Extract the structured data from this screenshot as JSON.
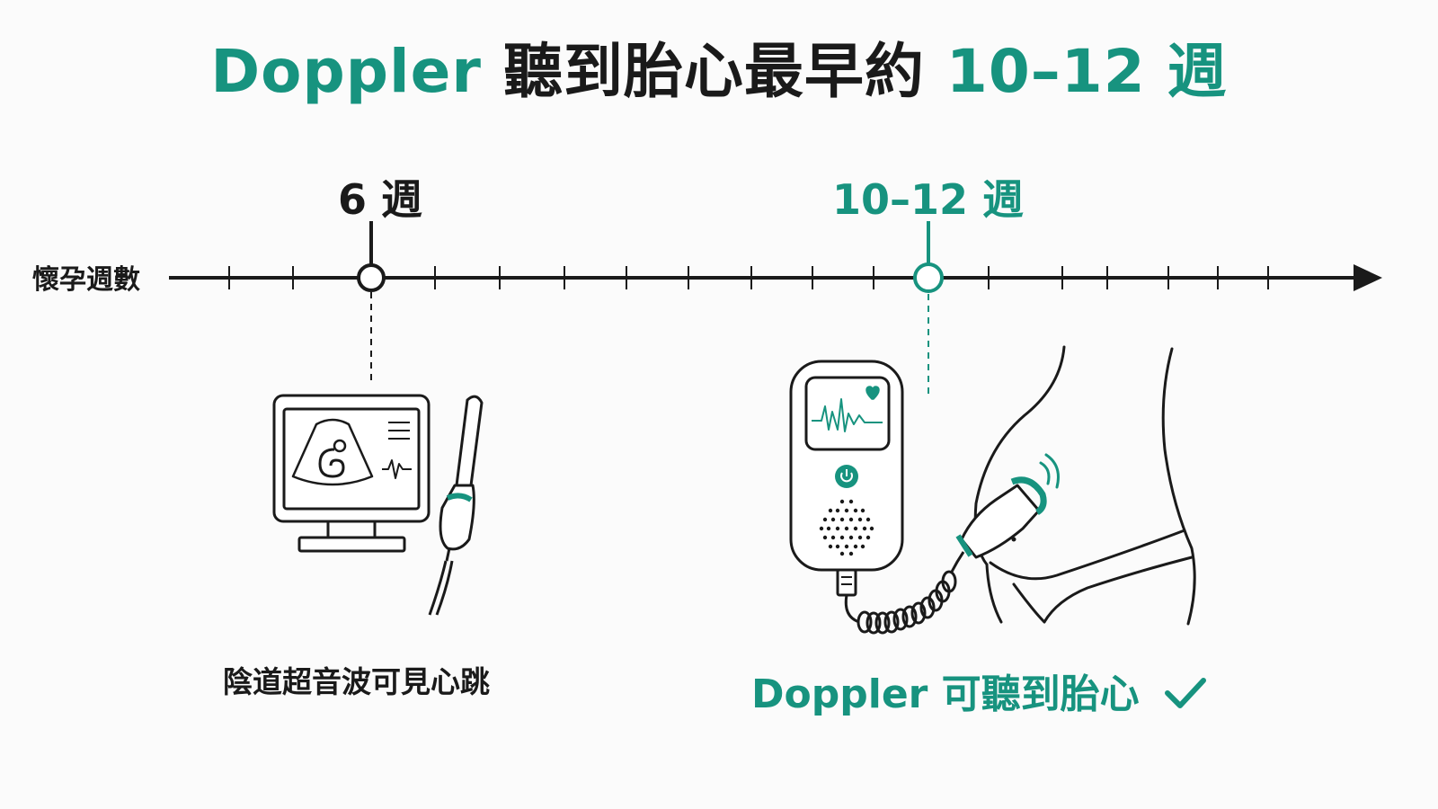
{
  "title": {
    "part1": "Doppler",
    "part2": "聽到胎心最早約",
    "part3": "10–12 週"
  },
  "axis": {
    "label": "懷孕週數"
  },
  "markers": [
    {
      "label": "6 週"
    },
    {
      "label": "10–12 週"
    }
  ],
  "captions": {
    "ultrasound": "陰道超音波可見心跳",
    "doppler": "Doppler 可聽到胎心",
    "check_icon": "check-icon"
  },
  "colors": {
    "accent": "#17937f",
    "ink": "#1a1a1a",
    "background": "#fbfbfb"
  }
}
